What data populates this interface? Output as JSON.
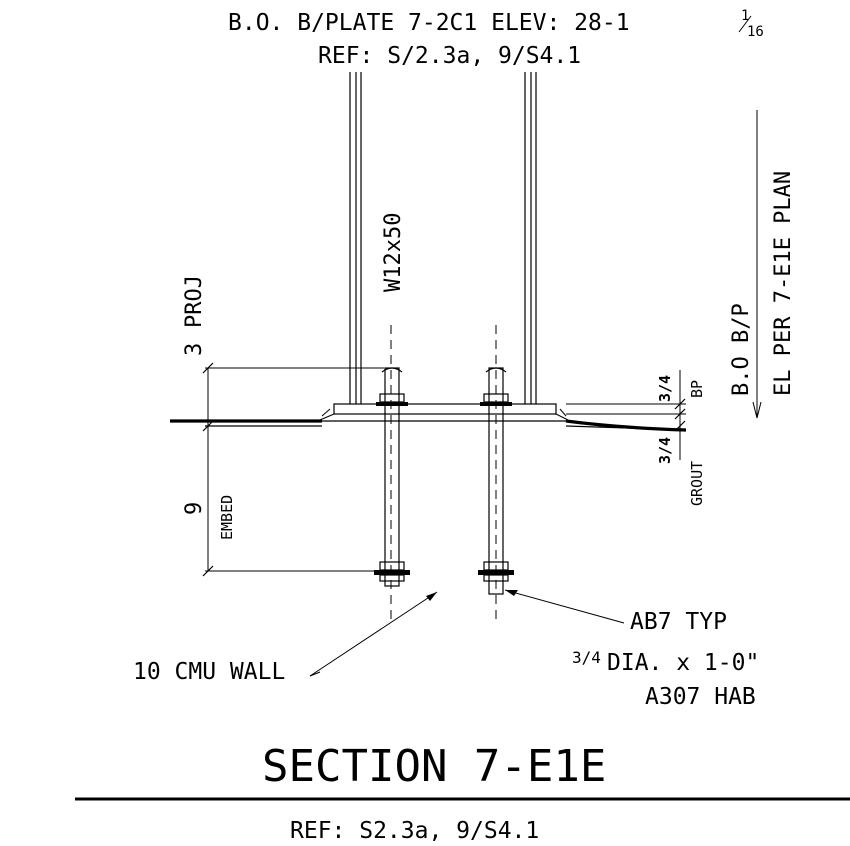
{
  "header": {
    "line1": "B.O. B/PLATE 7-2C1 ELEV: 28-1",
    "fraction_num": "1",
    "fraction_den": "16",
    "line2": "REF: S/2.3a, 9/S4.1"
  },
  "column_label": "W12x50",
  "proj": {
    "value": "3",
    "label": "PROJ"
  },
  "embed": {
    "value": "9",
    "label": "EMBED"
  },
  "bp": {
    "value": "3/4",
    "label": "BP"
  },
  "grout": {
    "value": "3/4",
    "label": "GROUT"
  },
  "elevation_note": {
    "line1": "B.O B/P",
    "line2": "EL PER 7-E1E PLAN"
  },
  "anchor_note": {
    "line1": "AB7 TYP",
    "dia_fraction": "3/4",
    "line2_rest": "DIA. x 1-0\"",
    "line3": "A307 HAB"
  },
  "wall_note": "10 CMU WALL",
  "title": "SECTION 7-E1E",
  "footer_ref": "REF: S2.3a, 9/S4.1"
}
